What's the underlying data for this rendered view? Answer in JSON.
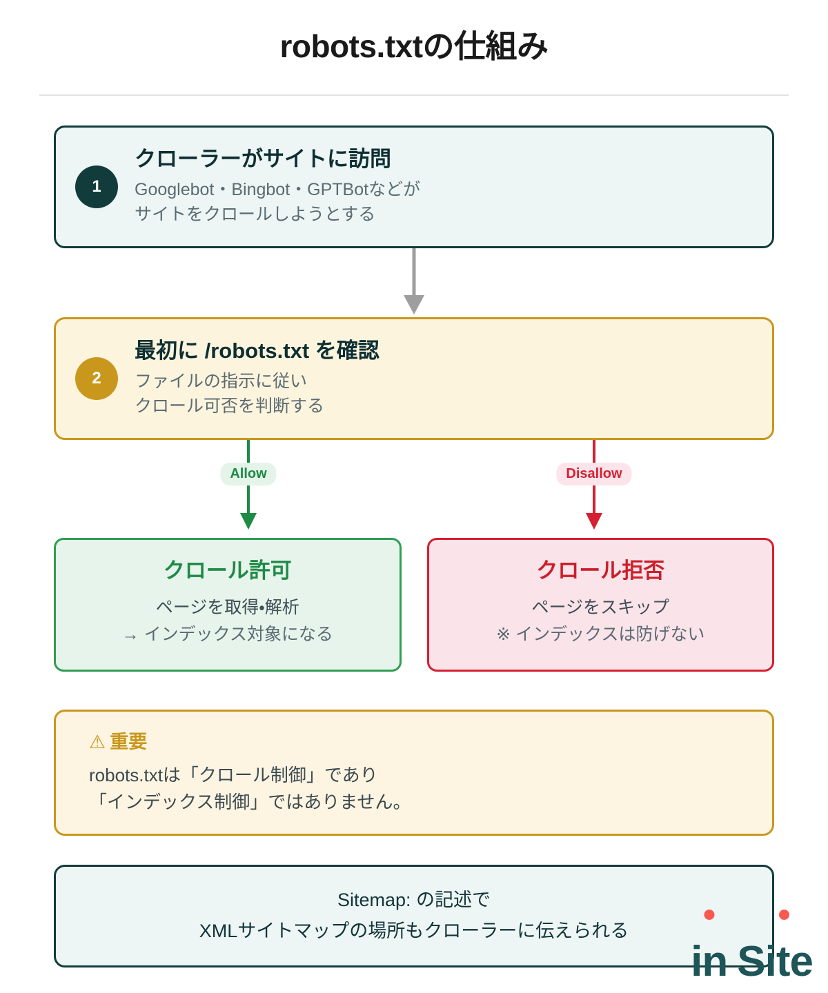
{
  "title": "robots.txtの仕組み",
  "steps": [
    {
      "number": "1",
      "title": "クローラーがサイトに訪問",
      "desc": "Googlebot・Bingbot・GPTBotなどが\nサイトをクロールしようとする"
    },
    {
      "number": "2",
      "title": "最初に /robots.txt を確認",
      "desc": "ファイルの指示に従い\nクロール可否を判断する"
    }
  ],
  "branches": {
    "allow": {
      "label": "Allow",
      "color": "#1f8a46"
    },
    "disallow": {
      "label": "Disallow",
      "color": "#d61f30"
    }
  },
  "results": [
    {
      "title": "クロール許可",
      "line1": "ページを取得・解析",
      "line2": "→ インデックス対象になる",
      "color": "#1f8a46"
    },
    {
      "title": "クロール拒否",
      "line1": "ページをスキップ",
      "line2": "※ インデックスは防げない",
      "color": "#cc1f2a"
    }
  ],
  "note": {
    "icon": "⚠",
    "heading": "重要",
    "body": "robots.txtは「クロール制御」であり\n「インデックス制御」ではありません。"
  },
  "sitemap": {
    "line1": "Sitemap: の記述で",
    "line2": "XMLサイトマップの場所もクローラーに伝えられる"
  },
  "logo": {
    "part1": "in",
    "part2": "Site",
    "text_color": "#1d5558",
    "dot_color": "#f9594e"
  }
}
